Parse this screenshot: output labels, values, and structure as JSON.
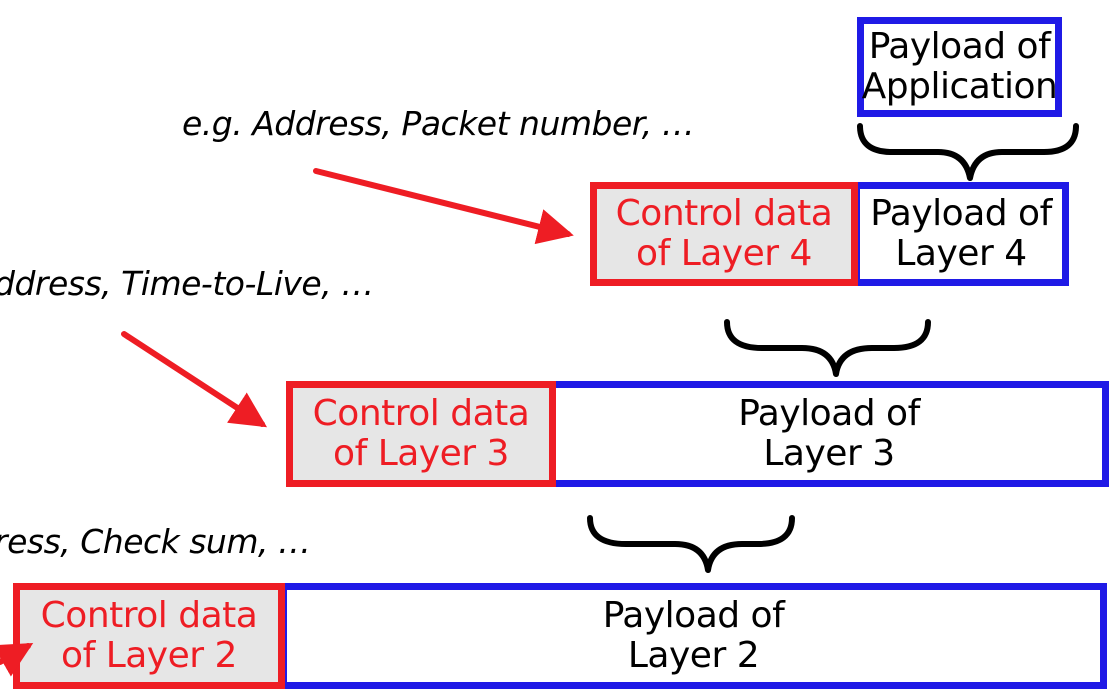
{
  "diagram": {
    "application": {
      "payload_line1": "Payload of",
      "payload_line2": "Application"
    },
    "layer4": {
      "control_line1": "Control data",
      "control_line2": "of Layer 4",
      "payload_line1": "Payload of",
      "payload_line2": "Layer 4",
      "annotation": "e.g. Address, Packet number, …"
    },
    "layer3": {
      "control_line1": "Control data",
      "control_line2": "of Layer 3",
      "payload_line1": "Payload of",
      "payload_line2": "Layer 3",
      "annotation": "ddress, Time-to-Live, …"
    },
    "layer2": {
      "control_line1": "Control data",
      "control_line2": "of Layer 2",
      "payload_line1": "Payload of",
      "payload_line2": "Layer 2",
      "annotation": "ress, Check sum, …"
    }
  },
  "colors": {
    "control_border": "#ee1d24",
    "control_fill": "#e6e6e6",
    "payload_border": "#1f1ae6",
    "arrow": "#ee1d24",
    "brace": "#000000"
  }
}
